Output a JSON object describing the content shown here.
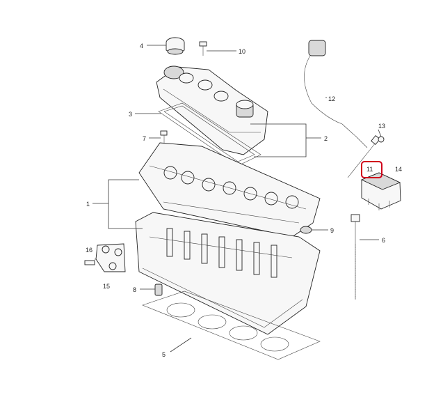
{
  "diagram": {
    "callouts": [
      {
        "id": "1",
        "text": "1"
      },
      {
        "id": "2",
        "text": "2"
      },
      {
        "id": "3",
        "text": "3"
      },
      {
        "id": "4",
        "text": "4"
      },
      {
        "id": "5",
        "text": "5"
      },
      {
        "id": "6",
        "text": "6"
      },
      {
        "id": "7",
        "text": "7"
      },
      {
        "id": "8",
        "text": "8"
      },
      {
        "id": "9",
        "text": "9"
      },
      {
        "id": "10",
        "text": "10"
      },
      {
        "id": "11",
        "text": "11"
      },
      {
        "id": "12",
        "text": "12"
      },
      {
        "id": "13",
        "text": "13"
      },
      {
        "id": "14",
        "text": "14"
      },
      {
        "id": "15",
        "text": "15"
      },
      {
        "id": "16",
        "text": "16"
      }
    ],
    "highlighted": "11",
    "colors": {
      "highlight": "#d0021b",
      "line": "#333333"
    }
  }
}
